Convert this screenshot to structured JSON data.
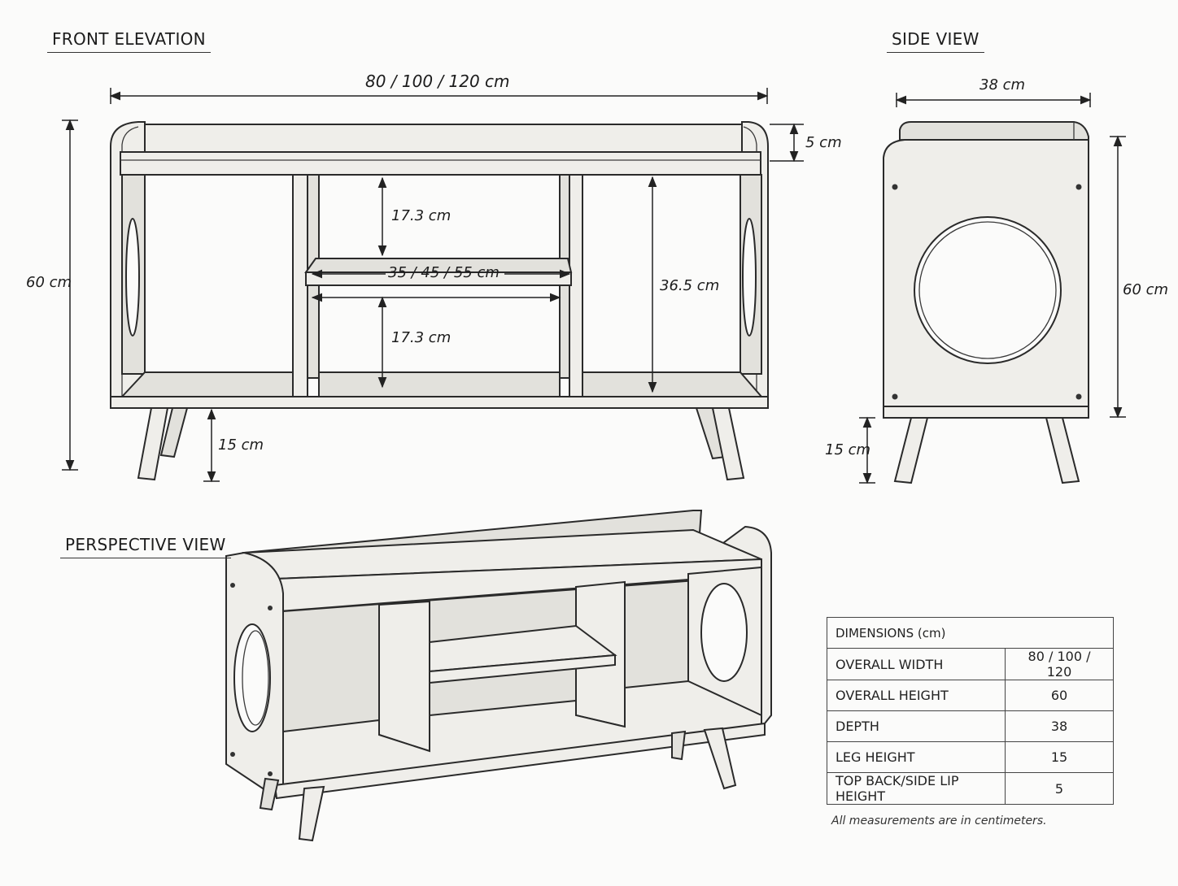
{
  "sections": {
    "front": "FRONT ELEVATION",
    "side": "SIDE VIEW",
    "perspective": "PERSPECTIVE VIEW"
  },
  "front_dims": {
    "overall_width": "80 / 100 / 120 cm",
    "lip": "5 cm",
    "overall_height": "60 cm",
    "upper_gap": "17.3 cm",
    "shelf_width": "35 / 45 / 55 cm",
    "lower_gap": "17.3 cm",
    "compartment_height": "36.5 cm",
    "leg": "15 cm"
  },
  "side_dims": {
    "depth": "38 cm",
    "height": "60 cm",
    "leg": "15 cm"
  },
  "table": {
    "title": "DIMENSIONS (cm)",
    "rows": [
      {
        "label": "OVERALL WIDTH",
        "value": "80 / 100 / 120"
      },
      {
        "label": "OVERALL HEIGHT",
        "value": "60"
      },
      {
        "label": "DEPTH",
        "value": "38"
      },
      {
        "label": "LEG HEIGHT",
        "value": "15"
      },
      {
        "label": "TOP BACK/SIDE LIP HEIGHT",
        "value": "5"
      }
    ]
  },
  "note": "All measurements are in centimeters."
}
